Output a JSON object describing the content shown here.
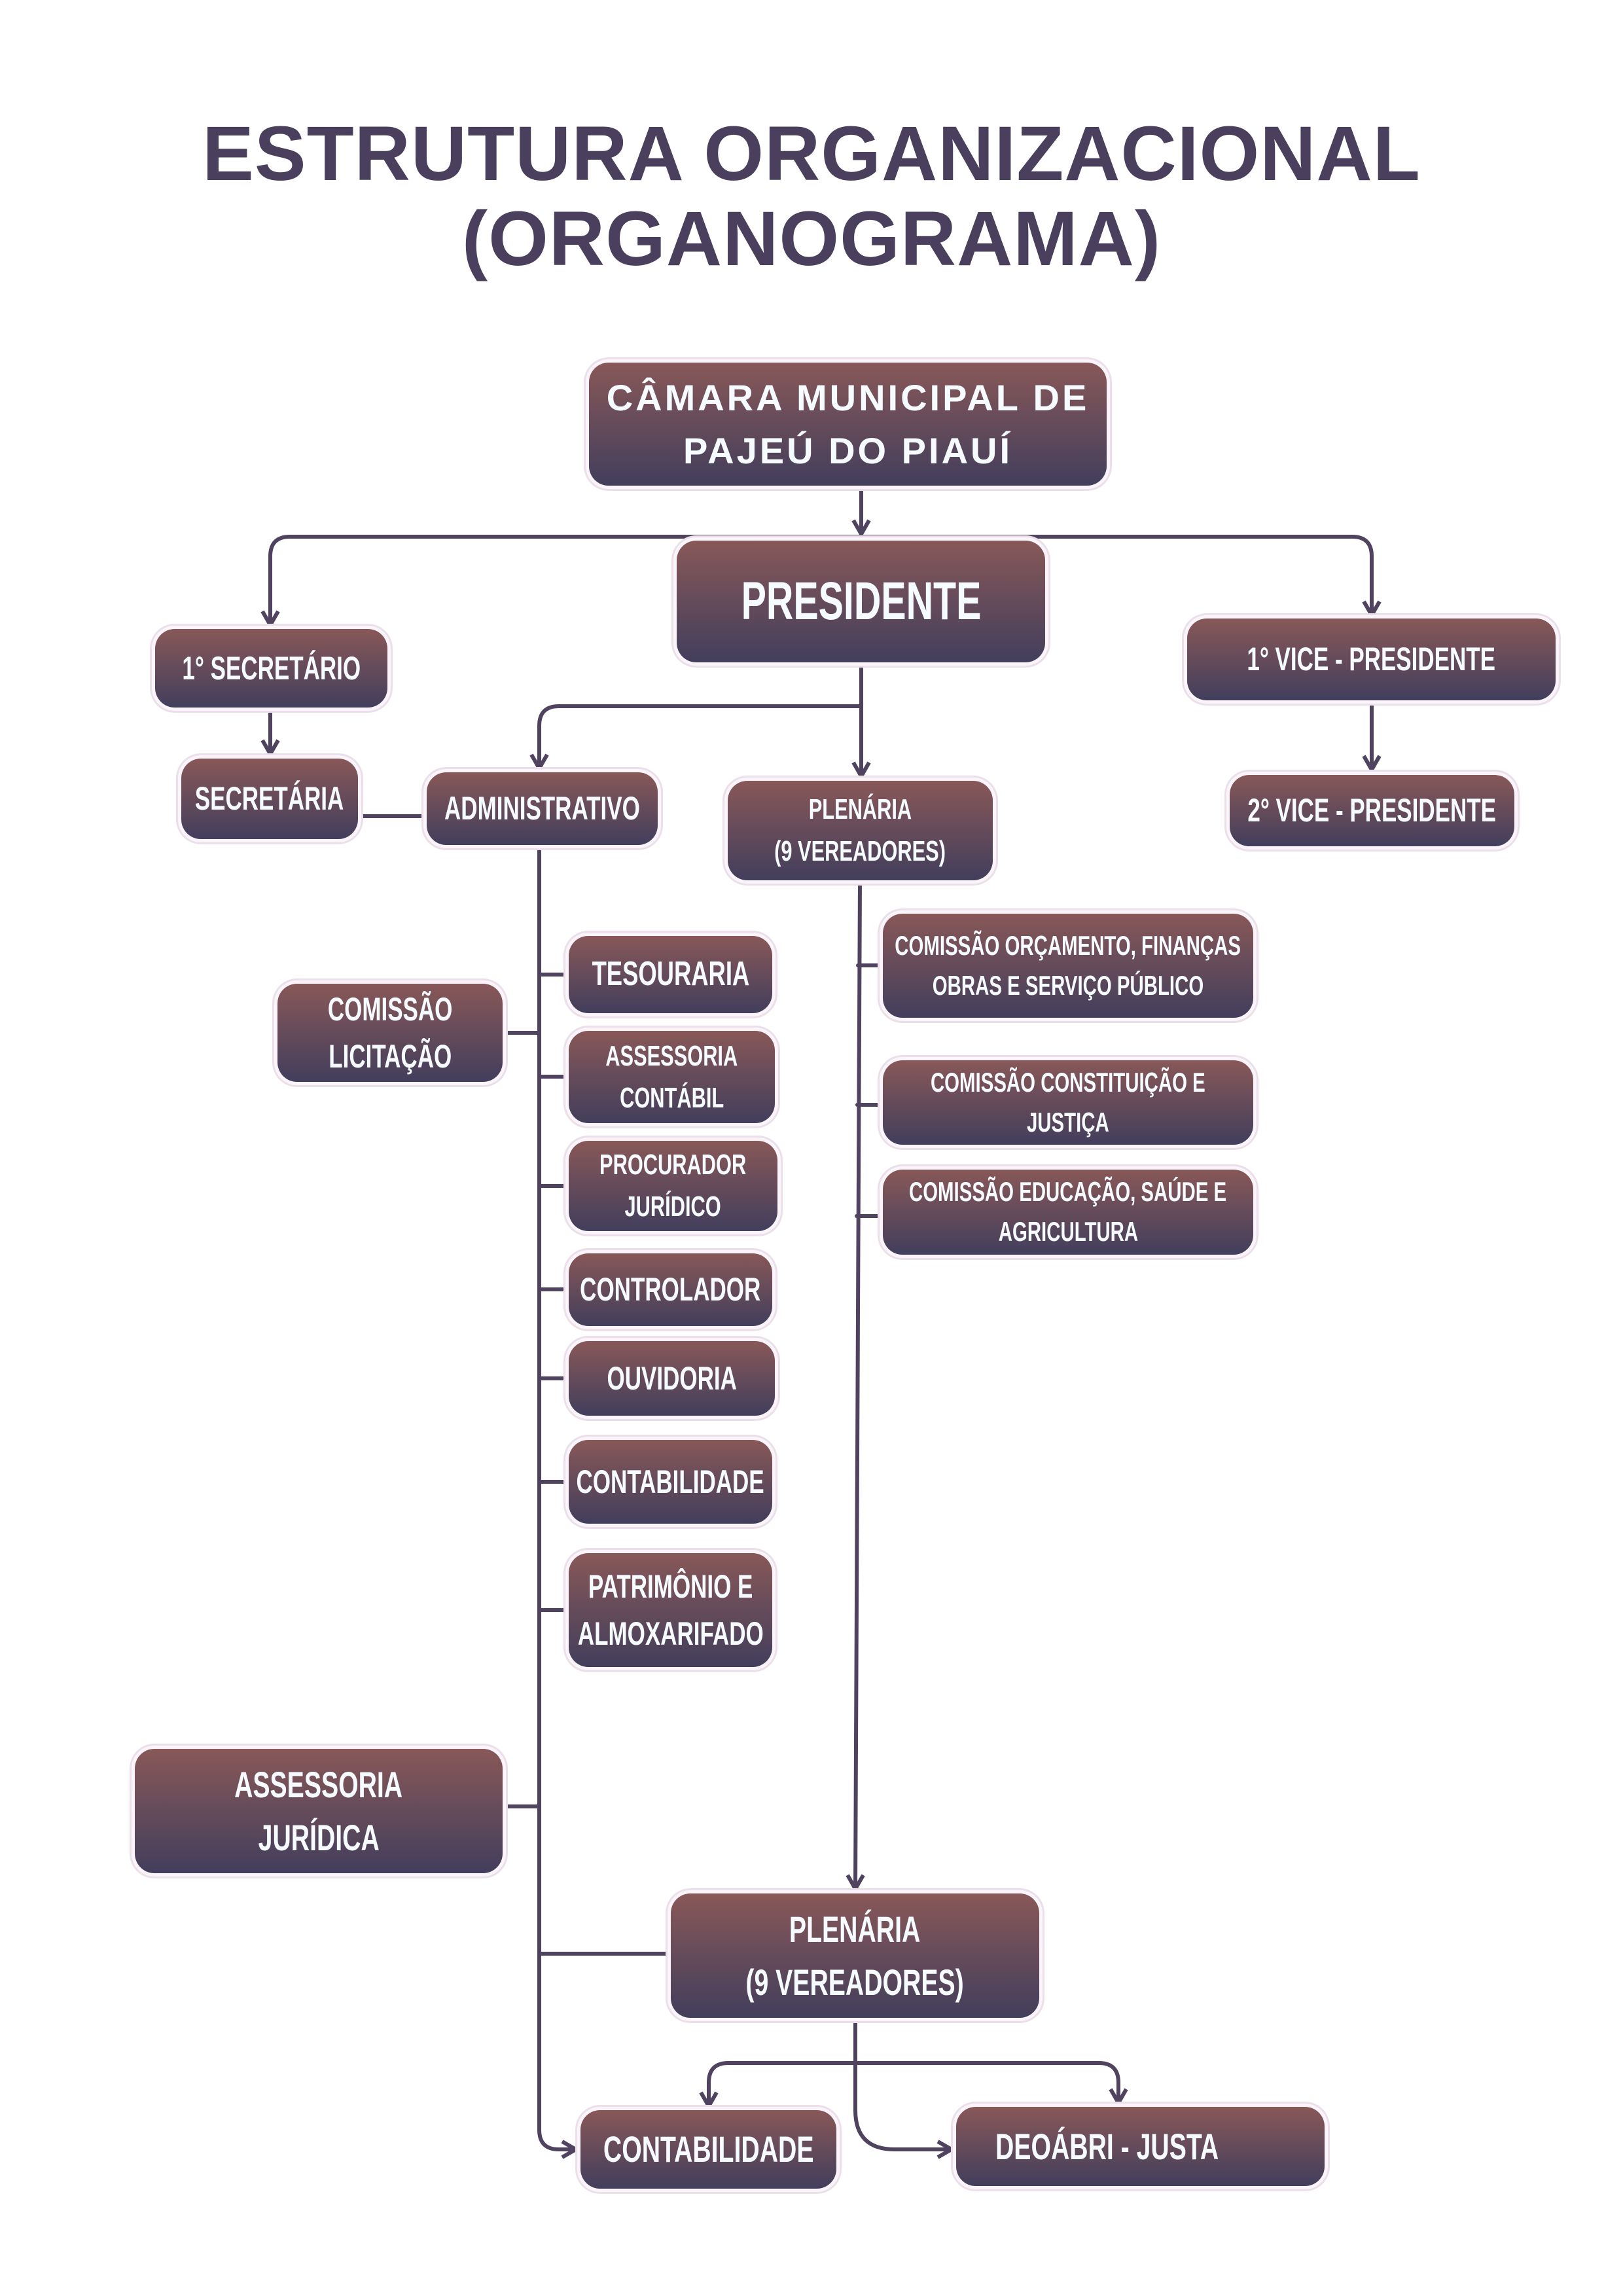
{
  "title": {
    "line1": "ESTRUTURA ORGANIZACIONAL",
    "line2": "(ORGANOGRAMA)"
  },
  "colors": {
    "box_top": "#885858",
    "box_bottom": "#423e5c",
    "line": "#4f4360",
    "title": "#4a3f5c"
  },
  "nodes": {
    "camara": [
      "CÂMARA MUNICIPAL DE",
      "PAJEÚ DO PIAUÍ"
    ],
    "presidente": [
      "PRESIDENTE"
    ],
    "primeiro_secretario": [
      "1° SECRETÁRIO"
    ],
    "primeiro_vice": [
      "1° VICE - PRESIDENTE"
    ],
    "secretaria": [
      "SECRETÁRIA"
    ],
    "administrativo": [
      "ADMINISTRATIVO"
    ],
    "plenaria_top": [
      "PLENÁRIA",
      "(9 VEREADORES)"
    ],
    "segundo_vice": [
      "2° VICE - PRESIDENTE"
    ],
    "comissao_orcamento": [
      "COMISSÃO ORÇAMENTO, FINANÇAS",
      "OBRAS E SERVIÇO PÚBLICO"
    ],
    "comissao_constituicao": [
      "COMISSÃO CONSTITUIÇÃO E",
      "JUSTIÇA"
    ],
    "comissao_educacao": [
      "COMISSÃO EDUCAÇÃO, SAÚDE E",
      "AGRICULTURA"
    ],
    "tesouraria": [
      "TESOURARIA"
    ],
    "assessoria_contabil": [
      "ASSESSORIA",
      "CONTÁBIL"
    ],
    "procurador": [
      "PROCURADOR",
      "JURÍDICO"
    ],
    "controlador": [
      "CONTROLADOR"
    ],
    "ouvidoria": [
      "OUVIDORIA"
    ],
    "contabilidade": [
      "CONTABILIDADE"
    ],
    "patrimonio": [
      "PATRIMÔNIO E",
      "ALMOXARIFADO"
    ],
    "comissao_licitacao": [
      "COMISSÃO",
      "LICITAÇÃO"
    ],
    "assessoria_juridica": [
      "ASSESSORIA",
      "JURÍDICA"
    ],
    "plenaria_bottom": [
      "PLENÁRIA",
      "(9 VEREADORES)"
    ],
    "contabilidade_bottom": [
      "CONTABILIDADE"
    ],
    "deoabri": [
      "DEOÁBRI - JUSTA"
    ]
  }
}
